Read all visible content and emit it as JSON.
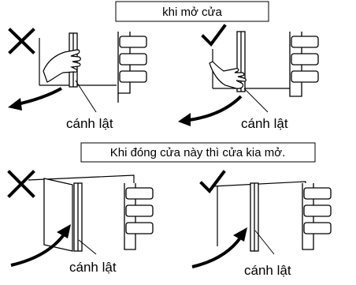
{
  "top_section": {
    "title": "khi mở cửa",
    "left_panel": {
      "mark": "incorrect",
      "callout": "cánh lật"
    },
    "right_panel": {
      "mark": "correct",
      "callout": "cánh lật"
    }
  },
  "bottom_section": {
    "title": "Khi đóng cửa này thì cửa kia mở.",
    "left_panel": {
      "mark": "incorrect",
      "callout": "cánh lật"
    },
    "right_panel": {
      "mark": "correct",
      "callout": "cánh lật"
    }
  },
  "icons": [
    "cross-icon",
    "check-icon",
    "curved-arrow-icon",
    "hand-icon"
  ],
  "colors": {
    "line": "#000000",
    "background": "#ffffff"
  }
}
